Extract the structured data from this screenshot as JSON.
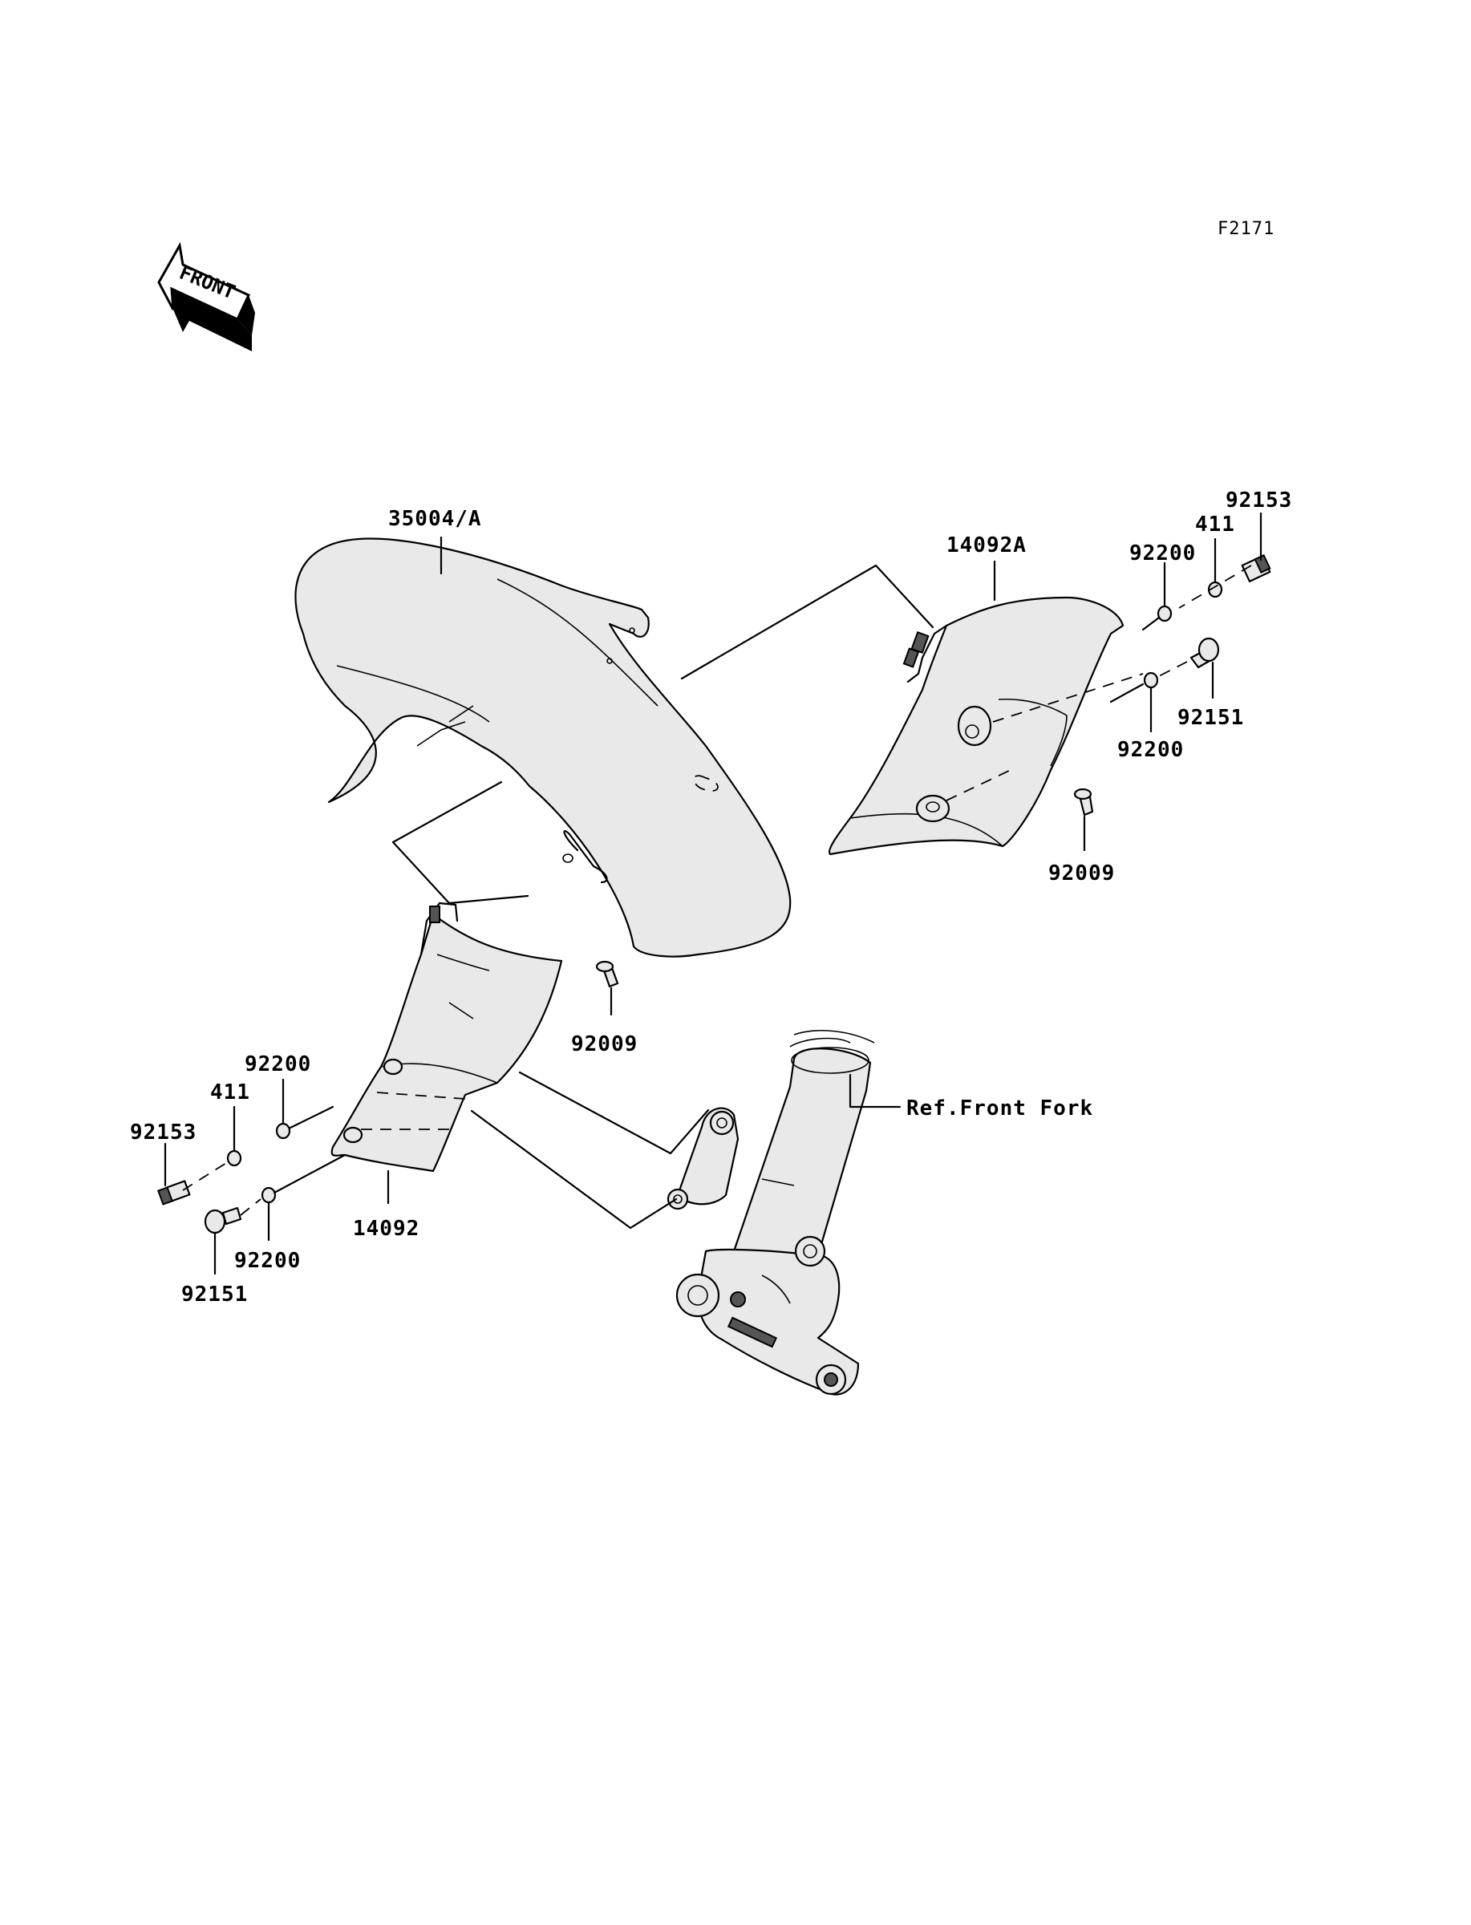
{
  "diagram_code": "F2171",
  "front_arrow": {
    "icon": "front-arrow-icon",
    "label": "FRONT"
  },
  "callouts": {
    "front_fender": "35004/A",
    "right_cover": "14092A",
    "left_cover": "14092",
    "r_washer_top": "92200",
    "r_washer_bottom": "92200",
    "r_collar": "411",
    "r_bolt_top": "92153",
    "r_bolt_bottom": "92151",
    "r_screw": "92009",
    "center_screw": "92009",
    "l_washer_top": "92200",
    "l_washer_bottom": "92200",
    "l_collar": "411",
    "l_bolt_top": "92153",
    "l_bolt_bottom": "92151",
    "front_fork_ref": "Ref.Front Fork"
  }
}
